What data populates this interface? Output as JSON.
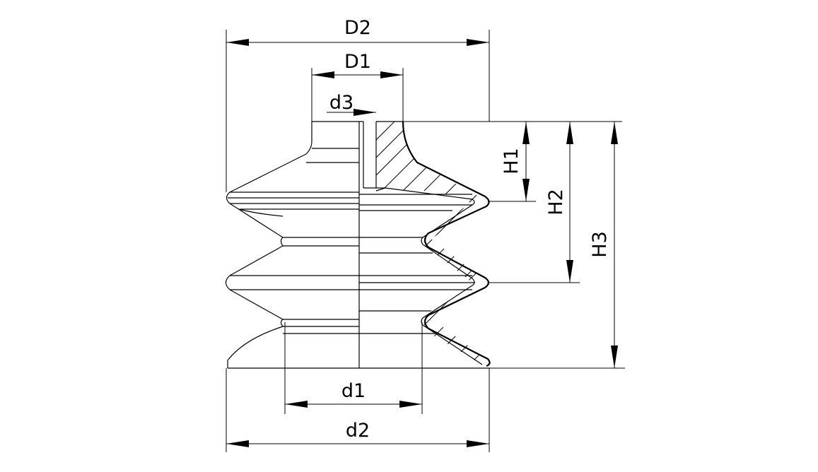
{
  "drawing": {
    "labels": {
      "D2": "D2",
      "D1": "D1",
      "d3": "d3",
      "H1": "H1",
      "H2": "H2",
      "H3": "H3",
      "d1": "d1",
      "d2": "d2"
    }
  }
}
